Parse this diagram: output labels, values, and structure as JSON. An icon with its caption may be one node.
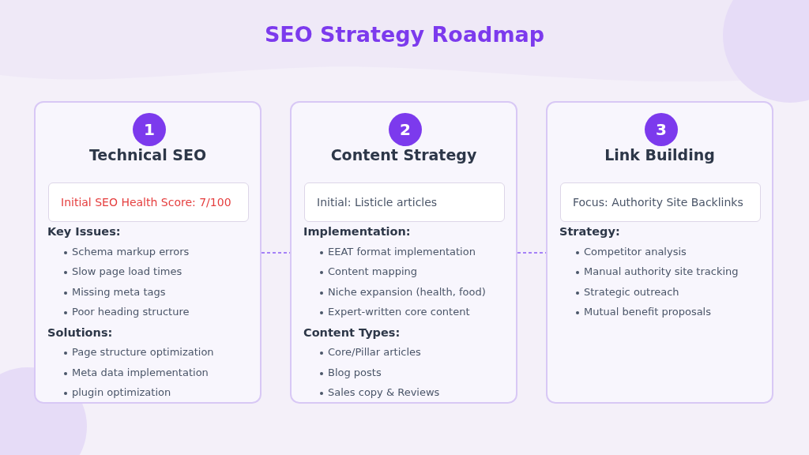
{
  "diagram": {
    "title": "SEO Strategy Roadmap",
    "nodes": [
      {
        "text": [
          "1",
          "Technical SEO",
          "Key Issues:",
          "Schema markup errors",
          "Slow page load times",
          "Missing meta tags",
          "Poor heading structure",
          "Solutions:",
          "Page structure optimization",
          "Meta data implementation",
          "plugin optimization"
        ]
      },
      {
        "text": [
          "Initial SEO Health Score: 7/100"
        ],
        "in": 0
      },
      {
        "text": [
          "2",
          "Content Strategy",
          "Implementation:",
          "EEAT format implementation",
          "Content mapping",
          "Niche expansion (health, food)",
          "Expert-written core content",
          "Content Types:",
          "Core/Pillar articles",
          "Blog posts",
          "Sales copy & Reviews"
        ]
      },
      {
        "text": [
          "Initial: Listicle articles"
        ],
        "in": 2
      },
      {
        "text": [
          "3",
          "Link Building",
          "Strategy:",
          "Competitor analysis",
          "Manual authority site tracking",
          "Strategic outreach",
          "Mutual benefit proposals"
        ]
      },
      {
        "text": [
          "Focus: Authority Site Backlinks"
        ],
        "in": 4
      }
    ],
    "edges": [
      {
        "from": 0,
        "to": 2,
        "arrow": "none",
        "style": "dashed"
      },
      {
        "from": 2,
        "to": 4,
        "arrow": "none",
        "style": "dashed"
      }
    ]
  }
}
